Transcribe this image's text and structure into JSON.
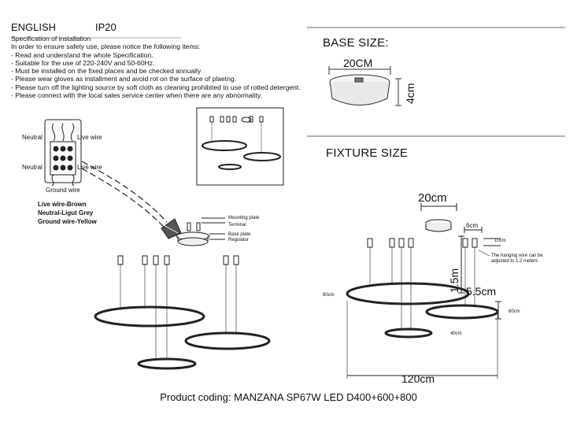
{
  "header": {
    "language": "ENGLISH",
    "ip_rating": "IP20"
  },
  "spec": {
    "title": "Specification of installation",
    "intro": "In order to ensure safety use, please notice the following items:",
    "items": [
      "- Read and understand the whole Specification.",
      "- Suitable for the use of 220-240V and 50-60Hz.",
      "- Must be installed on the fixed places and be checked annually",
      "- Please wear gloves as installment and avoid rot on the surface of plaetng.",
      "- Please turn off the lighting source by soft cloth as cleaning prohibited to use of rotted detergent.",
      "- Please connect with the local sales service center when there are any abnormality."
    ]
  },
  "base_size": {
    "title": "BASE SIZE:",
    "width": "20CM",
    "height": "4cm"
  },
  "fixture_size": {
    "title": "FIXTURE SIZE",
    "base_width": "20cm",
    "spacing": "6cm",
    "small_gap": "10cm",
    "drop": "1.5m",
    "ring_height": "5.5cm",
    "note": "The hanging wire can be adjusted to 1.2 meters",
    "ring_left": "80cm",
    "ring_right": "60cm",
    "ring_bottom": "40cm",
    "total_width": "120cm"
  },
  "wiring": {
    "neutral_top": "Neutral",
    "live_top": "Live wire",
    "neutral_bottom": "Neutral",
    "live_bottom": "Live wire",
    "ground": "Ground wire",
    "legend": [
      "Live wire-Brown",
      "Neutral-Ligut Grey",
      "Ground wire-Yellow"
    ]
  },
  "mounting": {
    "labels": [
      "Mounting plate",
      "Terminal",
      "Base plate",
      "Regulator"
    ]
  },
  "footer": {
    "product_coding": "Product coding: MANZANA SP67W LED D400+600+800"
  }
}
